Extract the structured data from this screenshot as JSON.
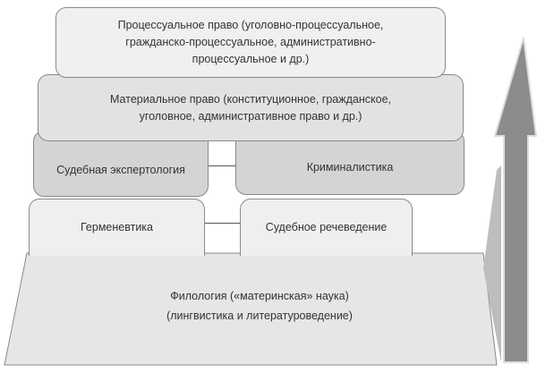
{
  "levels": {
    "procedural_law": "Процессуальное право (уголовно-процессуальное,\nгражданско-процессуальное, административно-\nпроцессуальное и др.)",
    "material_law": "Материальное право (конституционное, гражданское,\n уголовное, административное право и др.)",
    "forensic_expertology": "Судебная экспертология",
    "criminalistics": "Криминалистика",
    "hermeneutics": "Герменевтика",
    "forensic_speech_science": "Судебное речеведение",
    "philology": "Филология («материнская» наука)\n(лингвистика и  литературоведение)"
  },
  "colors": {
    "top": "#f0f0f0",
    "material": "#e2e2e2",
    "middle": "#d4d4d4",
    "lower": "#efefef",
    "base": "#e6e6e6",
    "arrow": "#8c8c8c"
  }
}
